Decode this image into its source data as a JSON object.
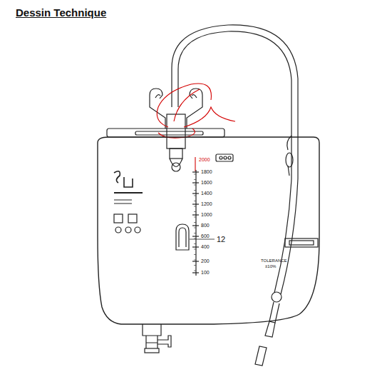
{
  "diagram": {
    "title": "Dessin Technique",
    "labels": [
      "2000",
      "1800",
      "1600",
      "1400",
      "1200",
      "1000",
      "800",
      "600",
      "400",
      "200",
      "100",
      "12",
      "TOLERANCE",
      "±10%"
    ]
  }
}
